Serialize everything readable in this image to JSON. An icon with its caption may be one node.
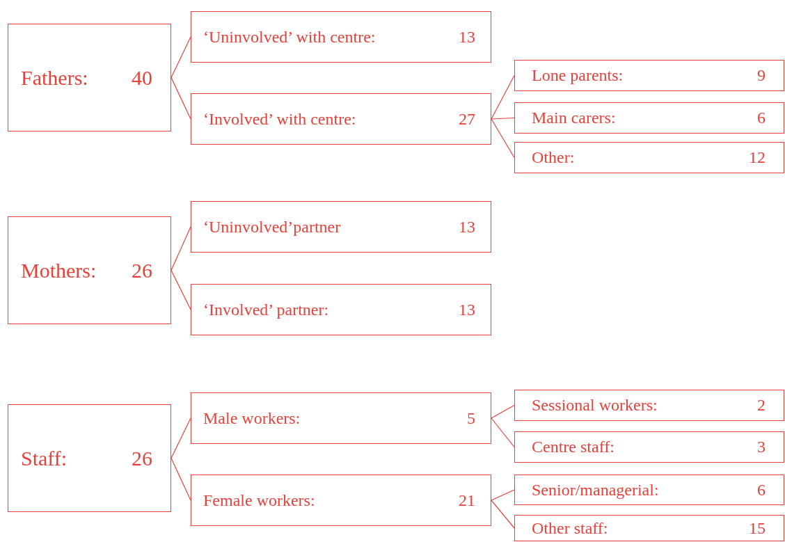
{
  "diagram": {
    "nodes": [
      {
        "text": [
          "Fathers:",
          "40"
        ]
      },
      {
        "text": [
          "‘Uninvolved’ with centre:",
          "13"
        ]
      },
      {
        "text": [
          "‘Involved’ with centre:",
          "27"
        ]
      },
      {
        "text": [
          "Lone parents:",
          "9"
        ]
      },
      {
        "text": [
          "Main carers:",
          "6"
        ]
      },
      {
        "text": [
          "Other:",
          "12"
        ]
      },
      {
        "text": [
          "Mothers:",
          "26"
        ]
      },
      {
        "text": [
          "‘Uninvolved’partner",
          "13"
        ]
      },
      {
        "text": [
          "‘Involved’ partner:",
          "13"
        ]
      },
      {
        "text": [
          "Staff:",
          "26"
        ]
      },
      {
        "text": [
          "Male workers:",
          "5"
        ]
      },
      {
        "text": [
          "Female workers:",
          "21"
        ]
      },
      {
        "text": [
          "Sessional workers:",
          "2"
        ]
      },
      {
        "text": [
          "Centre staff:",
          "3"
        ]
      },
      {
        "text": [
          "Senior/managerial:",
          "6"
        ]
      },
      {
        "text": [
          "Other staff:",
          "15"
        ]
      }
    ],
    "edges": [
      {
        "from": 0,
        "to": 1,
        "arrow": "none"
      },
      {
        "from": 0,
        "to": 2,
        "arrow": "none"
      },
      {
        "from": 2,
        "to": 3,
        "arrow": "none"
      },
      {
        "from": 2,
        "to": 4,
        "arrow": "none"
      },
      {
        "from": 2,
        "to": 5,
        "arrow": "none"
      },
      {
        "from": 6,
        "to": 7,
        "arrow": "none"
      },
      {
        "from": 6,
        "to": 8,
        "arrow": "none"
      },
      {
        "from": 9,
        "to": 10,
        "arrow": "none"
      },
      {
        "from": 9,
        "to": 11,
        "arrow": "none"
      },
      {
        "from": 10,
        "to": 12,
        "arrow": "none"
      },
      {
        "from": 10,
        "to": 13,
        "arrow": "none"
      },
      {
        "from": 11,
        "to": 14,
        "arrow": "none"
      },
      {
        "from": 11,
        "to": 15,
        "arrow": "none"
      }
    ]
  }
}
